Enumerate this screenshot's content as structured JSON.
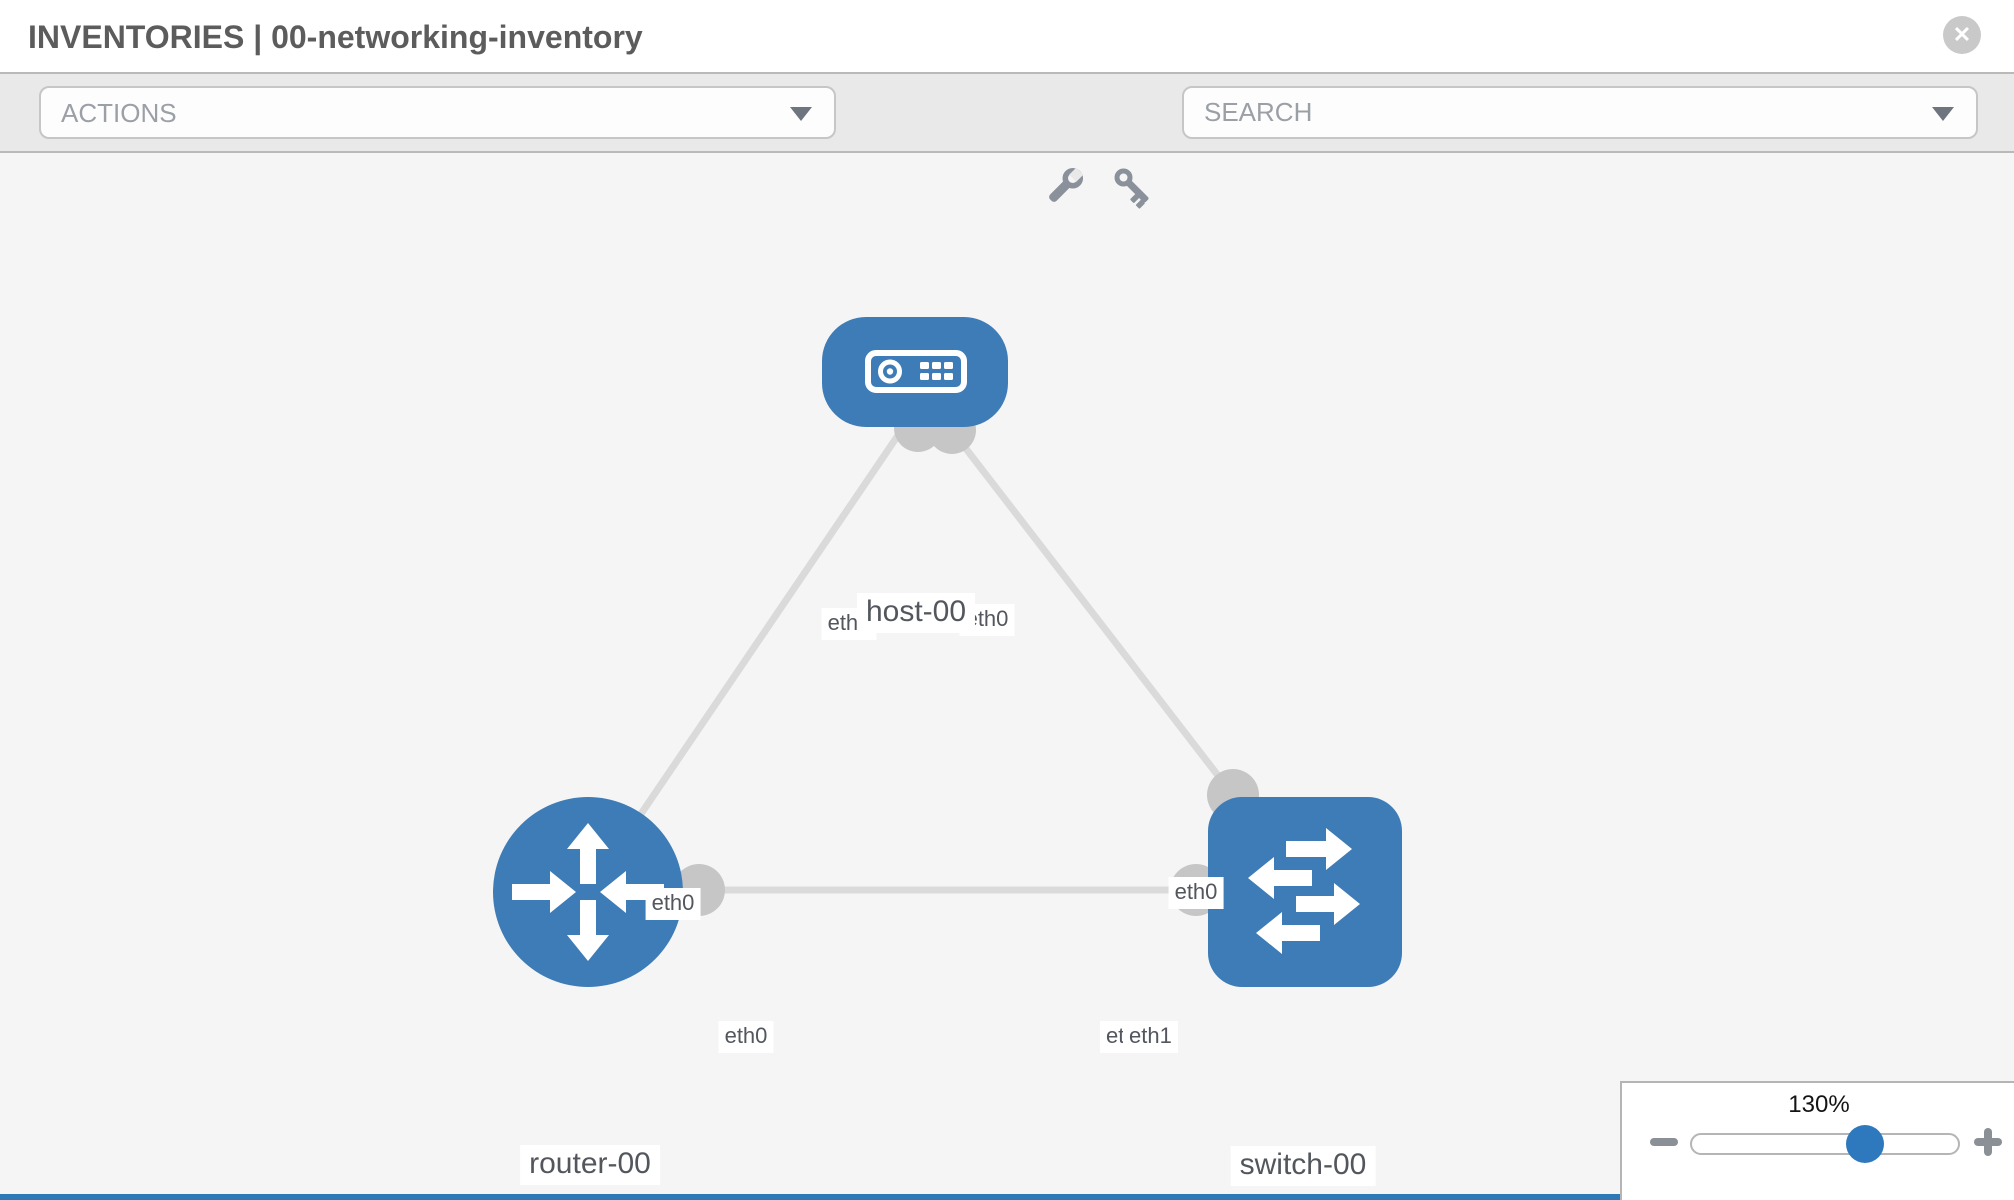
{
  "header": {
    "title": "INVENTORIES | 00-networking-inventory",
    "close_icon": "✕"
  },
  "toolbar": {
    "actions_label": "ACTIONS",
    "search_placeholder": "SEARCH",
    "icons": [
      "wrench-icon",
      "key-icon",
      "chevron-down-icon"
    ]
  },
  "topology": {
    "nodes": [
      {
        "label": "host-00",
        "type": "host",
        "icon": "server-icon"
      },
      {
        "label": "router-00",
        "type": "router",
        "icon": "router-arrows-icon"
      },
      {
        "label": "switch-00",
        "type": "switch",
        "icon": "switch-arrows-icon"
      }
    ],
    "links": [
      {
        "from": "host-00",
        "to": "router-00",
        "from_interface": "eth0",
        "to_interface": "eth0"
      },
      {
        "from": "host-00",
        "to": "switch-00",
        "from_interface": "eth0",
        "to_interface": "eth0"
      },
      {
        "from": "router-00",
        "to": "switch-00",
        "from_interface": "eth0",
        "to_interface": "eth1",
        "to_interface_occluded": "eth0"
      }
    ]
  },
  "zoom_control": {
    "level": "130%"
  },
  "colors": {
    "node_blue": "#3d7cb6",
    "knob_blue": "#2e79be",
    "bottom_bar_blue": "#2e78b5",
    "link_gray": "#dadada",
    "connector_gray": "#c6c6c6",
    "toolbar_gray": "#e9e9e9"
  }
}
